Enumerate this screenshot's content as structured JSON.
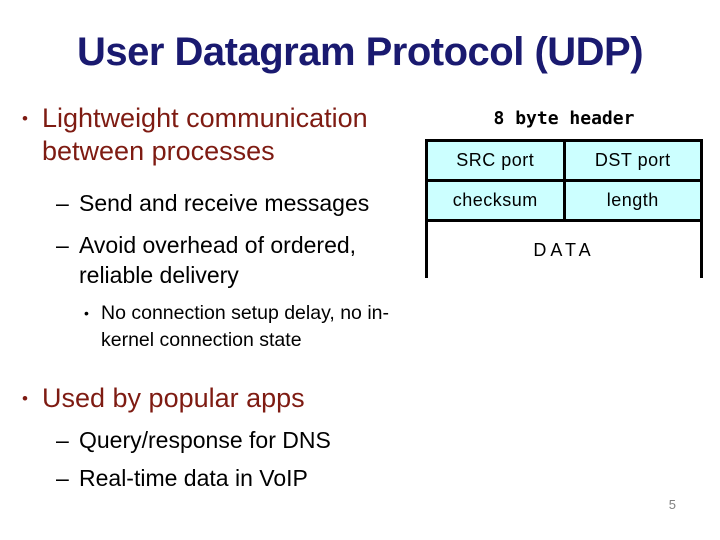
{
  "slide": {
    "title": "User Datagram Protocol (UDP)",
    "page_number": "5"
  },
  "bullets": [
    {
      "level": 1,
      "marker": "•",
      "text": "Lightweight communication between processes"
    },
    {
      "level": 2,
      "marker": "–",
      "text": "Send and receive messages"
    },
    {
      "level": 2,
      "marker": "–",
      "text": "Avoid overhead of ordered, reliable delivery"
    },
    {
      "level": 3,
      "marker": "•",
      "text": "No connection setup delay, no in-kernel connection state"
    },
    {
      "level": 1,
      "marker": "•",
      "text": "Used by popular apps"
    },
    {
      "level": 2,
      "marker": "–",
      "text": "Query/response for DNS"
    },
    {
      "level": 2,
      "marker": "–",
      "text": "Real-time data in VoIP"
    }
  ],
  "diagram": {
    "caption": "8 byte header",
    "cells": {
      "src_port": "SRC port",
      "dst_port": "DST port",
      "checksum": "checksum",
      "length": "length",
      "data": "DATA"
    }
  },
  "colors": {
    "title": "#1a1a70",
    "accent_red": "#7e1b12",
    "body_text": "#000000",
    "cell_background": "#ccffff",
    "diagram_border": "#000000",
    "page_number": "#808080"
  }
}
